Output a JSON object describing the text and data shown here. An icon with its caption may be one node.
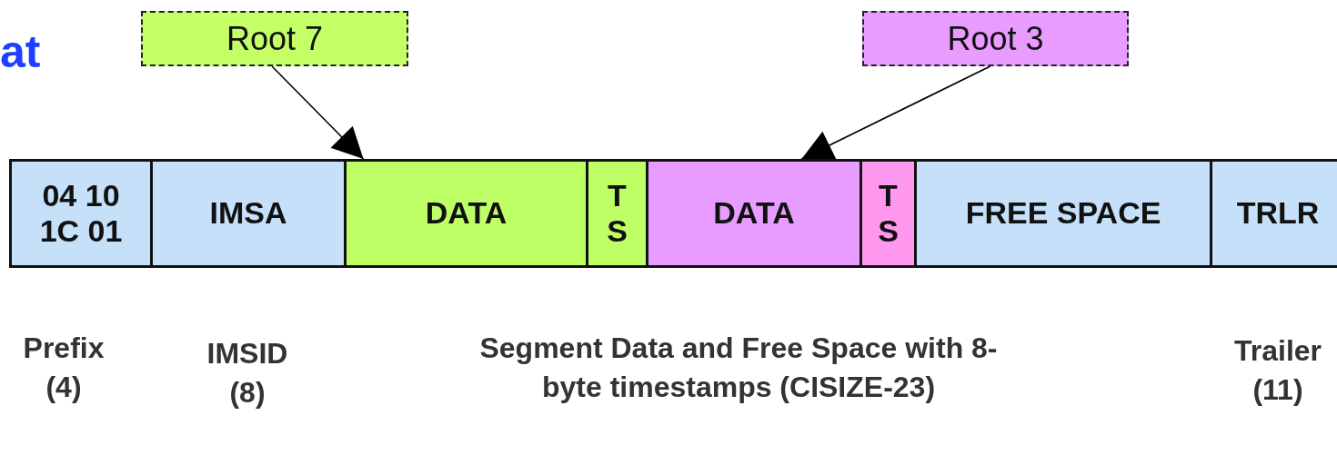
{
  "diagram": {
    "title": "at",
    "nodes": [
      {
        "text": [
          "Root 7"
        ]
      },
      {
        "text": [
          "Root 3"
        ]
      },
      {
        "text": [
          "04 10 1C 01"
        ]
      },
      {
        "text": [
          "IMSA"
        ]
      },
      {
        "text": [
          "DATA"
        ]
      },
      {
        "text": [
          "T S"
        ]
      },
      {
        "text": [
          "DATA"
        ]
      },
      {
        "text": [
          "T S"
        ]
      },
      {
        "text": [
          "FREE SPACE"
        ]
      },
      {
        "text": [
          "TRLR"
        ]
      }
    ],
    "edges": [
      {
        "from": 0,
        "to": 4,
        "arrow": "to"
      },
      {
        "from": 1,
        "to": 6,
        "arrow": "to"
      }
    ],
    "labels": [
      "Prefix (4)",
      "IMSID (8)",
      "Segment Data and Free Space with 8-byte timestamps (CISIZE-23)",
      "Trailer (11)"
    ]
  }
}
